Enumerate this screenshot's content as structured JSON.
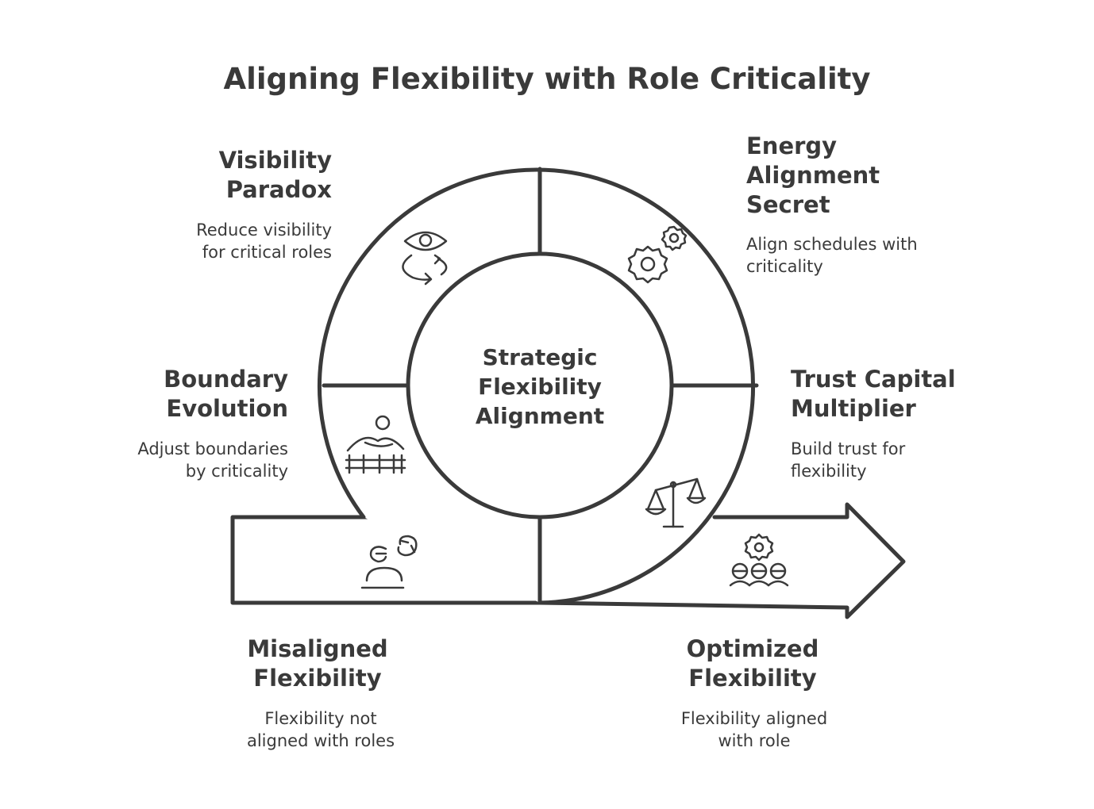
{
  "title": "Aligning Flexibility with Role Criticality",
  "center": {
    "lines": [
      "Strategic",
      "Flexibility",
      "Alignment"
    ]
  },
  "sections": {
    "visibility_paradox": {
      "heading": [
        "Visibility",
        "Paradox"
      ],
      "desc": [
        "Reduce visibility",
        "for critical roles"
      ],
      "icon": "eye-cycle-icon"
    },
    "energy_alignment": {
      "heading": [
        "Energy",
        "Alignment",
        "Secret"
      ],
      "desc": [
        "Align schedules with",
        "criticality"
      ],
      "icon": "gears-icon"
    },
    "boundary_evolution": {
      "heading": [
        "Boundary",
        "Evolution"
      ],
      "desc": [
        "Adjust boundaries",
        "by criticality"
      ],
      "icon": "landscape-fence-icon"
    },
    "trust_capital": {
      "heading": [
        "Trust Capital",
        "Multiplier"
      ],
      "desc": [
        "Build trust for",
        "flexibility"
      ],
      "icon": "scales-icon"
    },
    "misaligned": {
      "heading": [
        "Misaligned",
        "Flexibility"
      ],
      "desc": [
        "Flexibility not",
        "aligned with roles"
      ],
      "icon": "person-refresh-icon"
    },
    "optimized": {
      "heading": [
        "Optimized",
        "Flexibility"
      ],
      "desc": [
        "Flexibility aligned",
        "with role"
      ],
      "icon": "team-gear-icon"
    }
  },
  "colors": {
    "stroke": "#3a3a3a",
    "background": "#ffffff"
  }
}
